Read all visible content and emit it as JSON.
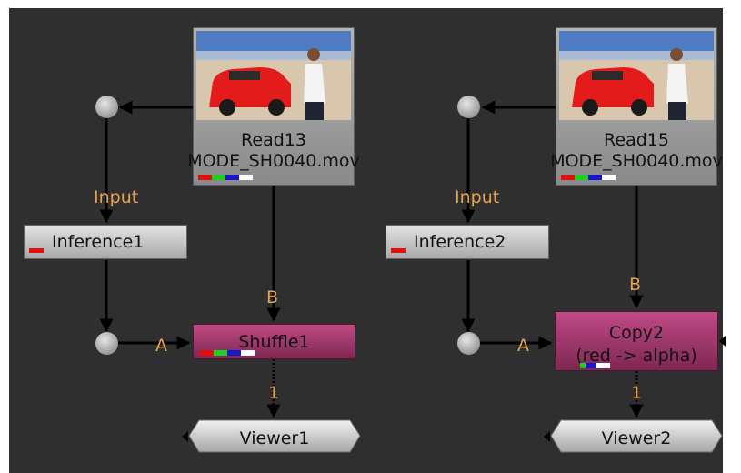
{
  "nodes": {
    "read13": {
      "title": "Read13",
      "file": "MODE_SH0040.mov"
    },
    "read15": {
      "title": "Read15",
      "file": "MODE_SH0040.mov"
    },
    "inference1": {
      "label": "Inference1"
    },
    "inference2": {
      "label": "Inference2"
    },
    "shuffle1": {
      "label": "Shuffle1"
    },
    "copy2": {
      "label": "Copy2",
      "sublabel": "(red -> alpha)"
    },
    "viewer1": {
      "label": "Viewer1"
    },
    "viewer2": {
      "label": "Viewer2"
    }
  },
  "edge_labels": {
    "input_left": "Input",
    "input_right": "Input",
    "b_left": "B",
    "b_right": "B",
    "a_left": "A",
    "a_right": "A",
    "one_left": "1",
    "one_right": "1"
  },
  "colors": {
    "background": "#2f2f2f",
    "edge_label": "#e8a24c",
    "merge_node": "#a93a72",
    "channel_red": "#e01010",
    "channel_green": "#20d020",
    "channel_blue": "#1818c8",
    "channel_white": "#ffffff"
  },
  "icons": {
    "thumbnail": "car-desert-thumbnail",
    "dot": "dot-node",
    "arrow": "arrowhead"
  }
}
